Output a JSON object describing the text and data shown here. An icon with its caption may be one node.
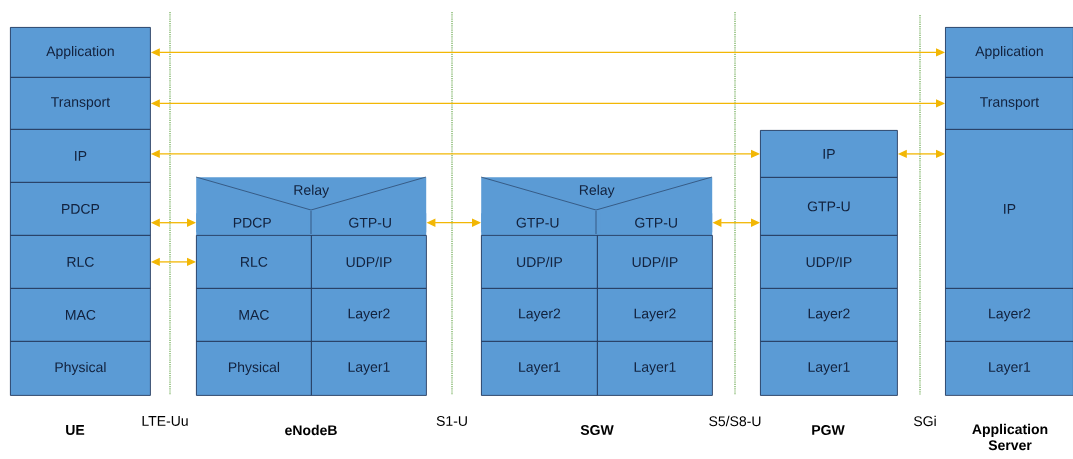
{
  "diagram": {
    "nodes": [
      {
        "text": [
          "UE"
        ]
      },
      {
        "text": [
          "Application"
        ],
        "in": 0
      },
      {
        "text": [
          "Transport"
        ],
        "in": 0
      },
      {
        "text": [
          "IP"
        ],
        "in": 0
      },
      {
        "text": [
          "PDCP"
        ],
        "in": 0
      },
      {
        "text": [
          "RLC"
        ],
        "in": 0
      },
      {
        "text": [
          "MAC"
        ],
        "in": 0
      },
      {
        "text": [
          "Physical"
        ],
        "in": 0
      },
      {
        "text": [
          "eNodeB"
        ]
      },
      {
        "text": [
          "Relay"
        ],
        "in": 8
      },
      {
        "text": [
          "PDCP"
        ],
        "in": 8
      },
      {
        "text": [
          "GTP-U"
        ],
        "in": 8
      },
      {
        "text": [
          "RLC"
        ],
        "in": 8
      },
      {
        "text": [
          "UDP/IP"
        ],
        "in": 8
      },
      {
        "text": [
          "MAC"
        ],
        "in": 8
      },
      {
        "text": [
          "Layer2"
        ],
        "in": 8
      },
      {
        "text": [
          "Physical"
        ],
        "in": 8
      },
      {
        "text": [
          "Layer1"
        ],
        "in": 8
      },
      {
        "text": [
          "SGW"
        ]
      },
      {
        "text": [
          "Relay"
        ],
        "in": 18
      },
      {
        "text": [
          "GTP-U"
        ],
        "in": 18
      },
      {
        "text": [
          "GTP-U"
        ],
        "in": 18
      },
      {
        "text": [
          "UDP/IP"
        ],
        "in": 18
      },
      {
        "text": [
          "UDP/IP"
        ],
        "in": 18
      },
      {
        "text": [
          "Layer2"
        ],
        "in": 18
      },
      {
        "text": [
          "Layer2"
        ],
        "in": 18
      },
      {
        "text": [
          "Layer1"
        ],
        "in": 18
      },
      {
        "text": [
          "Layer1"
        ],
        "in": 18
      },
      {
        "text": [
          "PGW"
        ]
      },
      {
        "text": [
          "IP"
        ],
        "in": 28
      },
      {
        "text": [
          "GTP-U"
        ],
        "in": 28
      },
      {
        "text": [
          "UDP/IP"
        ],
        "in": 28
      },
      {
        "text": [
          "Layer2"
        ],
        "in": 28
      },
      {
        "text": [
          "Layer1"
        ],
        "in": 28
      },
      {
        "text": [
          "Application Server"
        ]
      },
      {
        "text": [
          "Application"
        ],
        "in": 34
      },
      {
        "text": [
          "Transport"
        ],
        "in": 34
      },
      {
        "text": [
          "IP"
        ],
        "in": 34
      },
      {
        "text": [
          "Layer2"
        ],
        "in": 34
      },
      {
        "text": [
          "Layer1"
        ],
        "in": 34
      }
    ],
    "edges": [
      {
        "from": 1,
        "to": 35,
        "arrow": "both"
      },
      {
        "from": 2,
        "to": 36,
        "arrow": "both"
      },
      {
        "from": 3,
        "to": 29,
        "arrow": "both"
      },
      {
        "from": 29,
        "to": 37,
        "arrow": "both"
      },
      {
        "from": 4,
        "to": 10,
        "arrow": "both"
      },
      {
        "from": 5,
        "to": 12,
        "arrow": "both"
      },
      {
        "from": 11,
        "to": 20,
        "arrow": "both"
      },
      {
        "from": 21,
        "to": 30,
        "arrow": "both"
      }
    ],
    "labels": [
      "LTE-Uu",
      "S1-U",
      "S5/S8-U",
      "SGi"
    ]
  }
}
